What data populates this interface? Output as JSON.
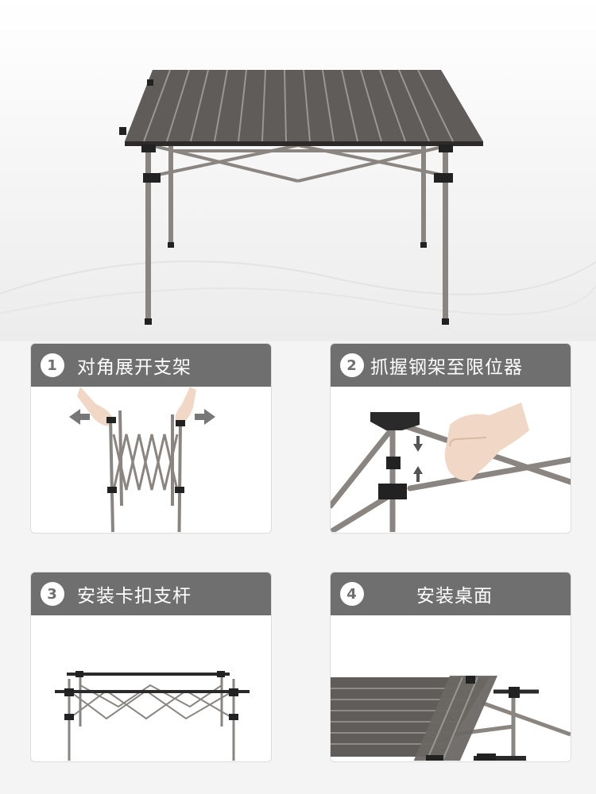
{
  "steps": [
    {
      "number": "1",
      "title": "对角展开支架",
      "icon": "table-frame-expand-illustration"
    },
    {
      "number": "2",
      "title": "抓握钢架至限位器",
      "icon": "frame-lock-illustration"
    },
    {
      "number": "3",
      "title": "安装卡扣支杆",
      "icon": "support-bar-illustration"
    },
    {
      "number": "4",
      "title": "安装桌面",
      "icon": "tabletop-install-illustration"
    }
  ],
  "colors": {
    "header": "#6f6f6f",
    "frame": "#8a8580",
    "tabletop": "#5f5c59",
    "clip": "#222222"
  }
}
